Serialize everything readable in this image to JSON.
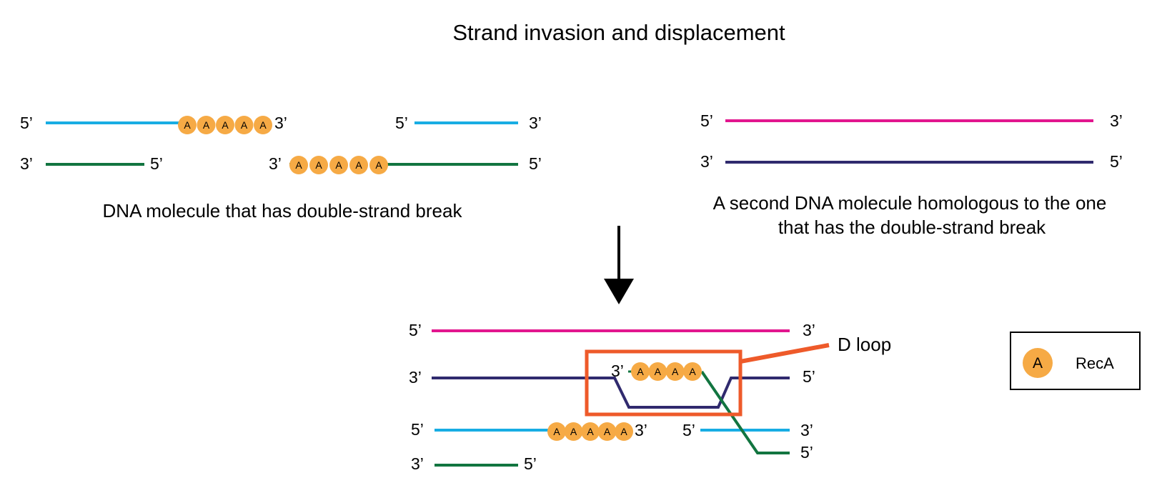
{
  "title": "Strand invasion and displacement",
  "prime5": "5’",
  "prime3": "3’",
  "protein_letter": "A",
  "left_caption": "DNA molecule that has double-strand break",
  "right_caption": [
    "A second DNA molecule homologous to the one",
    "that has the double-strand break"
  ],
  "dloop_label": "D loop",
  "legend": {
    "label": "RecA",
    "letter": "A"
  },
  "colors": {
    "light_blue": "#18ade3",
    "dark_green": "#127540",
    "magenta": "#e2168e",
    "navy": "#302a6e",
    "reca": "#f6aa45",
    "dloop_box": "#ee5a2a",
    "arrow": "#000000"
  },
  "icon": "arrow-down-icon"
}
